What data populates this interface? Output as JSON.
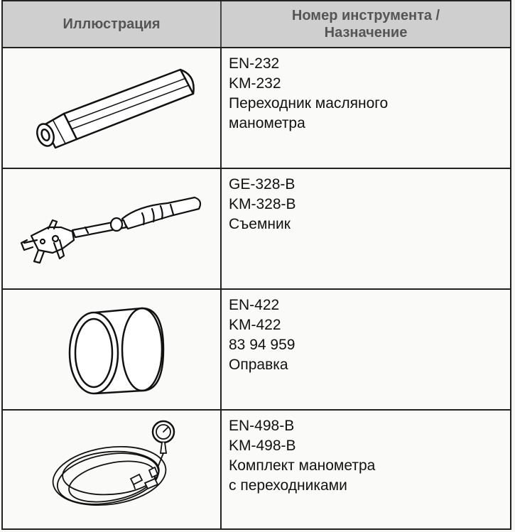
{
  "header": {
    "col1": "Иллюстрация",
    "col2_line1": "Номер инструмента /",
    "col2_line2": "Назначение"
  },
  "rows": [
    {
      "icon": "oil-gauge-adapter-illustration",
      "lines": [
        "EN-232",
        "KM-232",
        "Переходник масляного",
        "манометра"
      ]
    },
    {
      "icon": "remover-tool-illustration",
      "lines": [
        "GE-328-B",
        "KM-328-B",
        "Съемник"
      ]
    },
    {
      "icon": "mandrel-sleeve-illustration",
      "lines": [
        "EN-422",
        "KM-422",
        "83 94 959",
        "Оправка"
      ]
    },
    {
      "icon": "pressure-gauge-kit-illustration",
      "lines": [
        "EN-498-B",
        "KM-498-B",
        "Комплект манометра",
        "с переходниками"
      ]
    }
  ]
}
